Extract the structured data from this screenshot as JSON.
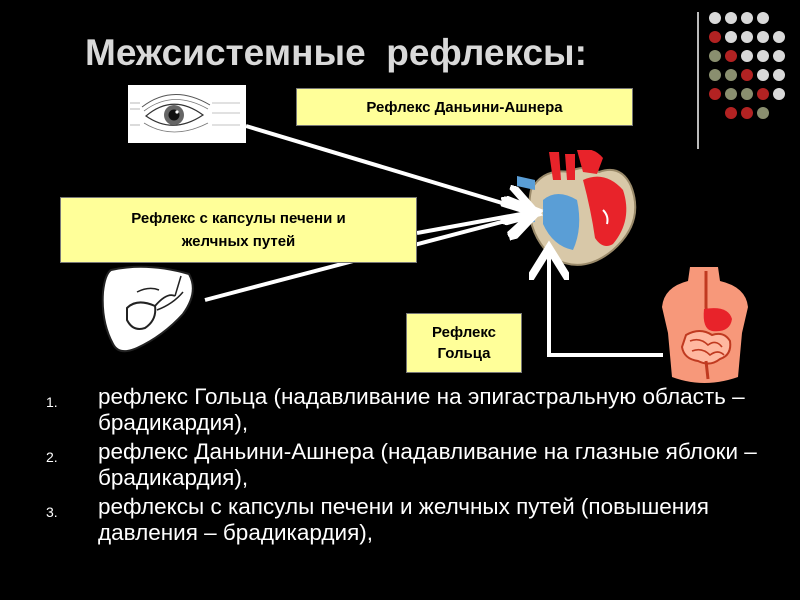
{
  "title": "Межсистемные  рефлексы:",
  "labels": {
    "dagnini": "Рефлекс  Даньини-Ашнера",
    "liver": "Рефлекс с капсулы печени и желчных  путей",
    "goltz": "Рефлекс Гольца"
  },
  "list": [
    {
      "num": "1.",
      "text": "рефлекс Гольца (надавливание на эпигастральную область – брадикардия),"
    },
    {
      "num": "2.",
      "text": "рефлекс Даньини-Ашнера (надавливание на глазные яблоки – брадикардия),"
    },
    {
      "num": "3.",
      "text": "рефлексы  с капсулы печени и желчных  путей (повышения давления – брадикардия),"
    }
  ],
  "colors": {
    "background": "#000000",
    "label_fill": "#ffff99",
    "dot_gray": "#d9d9d9",
    "dot_olive": "#8a8f6f",
    "dot_red": "#b22222"
  },
  "icons": [
    "eye-diagram-icon",
    "heart-icon",
    "liver-icon",
    "torso-digestive-icon",
    "decorative-dot-grid"
  ]
}
